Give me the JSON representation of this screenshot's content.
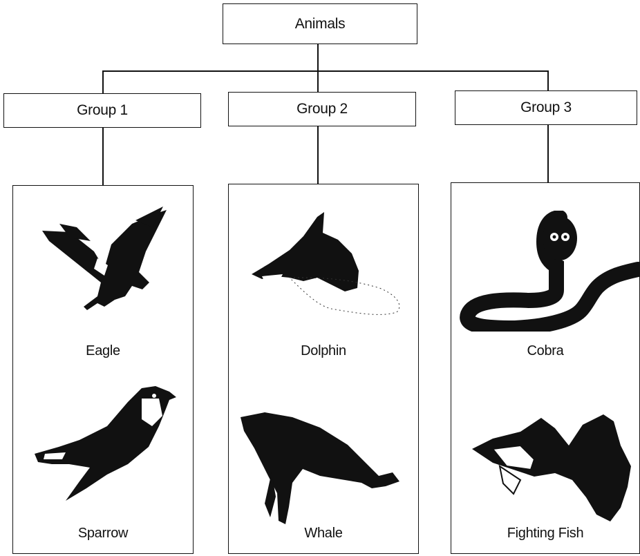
{
  "root": {
    "label": "Animals"
  },
  "groups": [
    {
      "label": "Group 1",
      "animals": [
        {
          "name": "Eagle",
          "icon": "eagle-icon"
        },
        {
          "name": "Sparrow",
          "icon": "sparrow-icon"
        }
      ]
    },
    {
      "label": "Group 2",
      "animals": [
        {
          "name": "Dolphin",
          "icon": "dolphin-icon"
        },
        {
          "name": "Whale",
          "icon": "whale-icon"
        }
      ]
    },
    {
      "label": "Group 3",
      "animals": [
        {
          "name": "Cobra",
          "icon": "cobra-icon"
        },
        {
          "name": "Fighting Fish",
          "icon": "fighting-fish-icon"
        }
      ]
    }
  ],
  "colors": {
    "ink": "#111111",
    "background": "#ffffff"
  }
}
